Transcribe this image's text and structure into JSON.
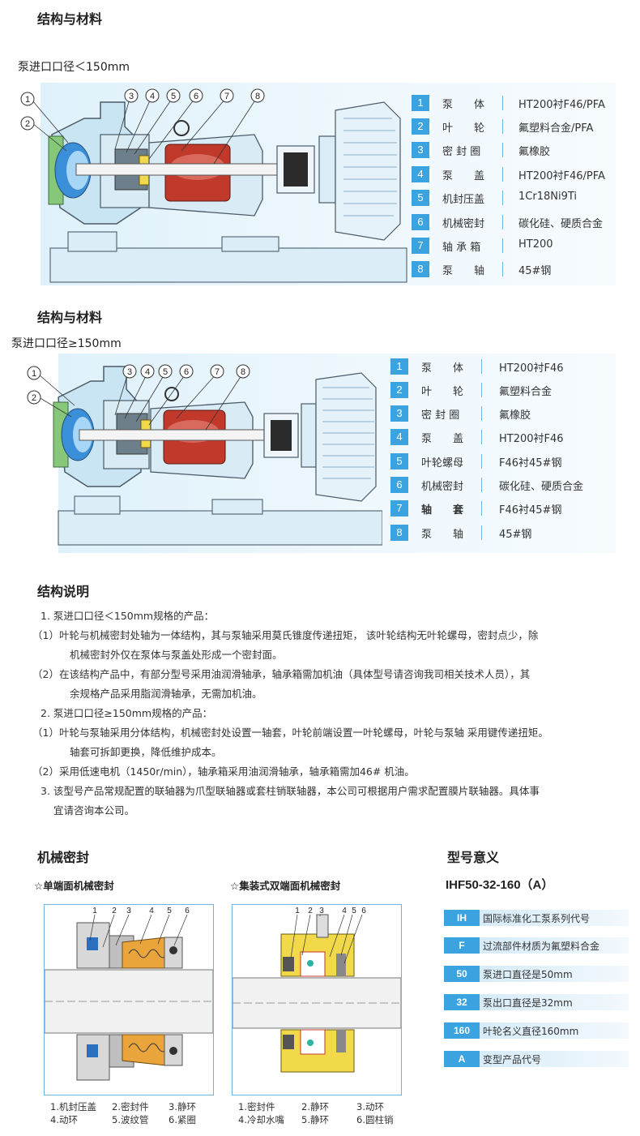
{
  "section1": {
    "title": "结构与材料",
    "subtitle": "泵进口口径＜150mm",
    "parts": [
      {
        "no": "1",
        "name": "泵　　体",
        "material": "HT200衬F46/PFA"
      },
      {
        "no": "2",
        "name": "叶　　轮",
        "material": "氟塑料合金/PFA"
      },
      {
        "no": "3",
        "name": "密 封 圈",
        "material": "氟橡胶"
      },
      {
        "no": "4",
        "name": "泵　　盖",
        "material": "HT200衬F46/PFA"
      },
      {
        "no": "5",
        "name": "机封压盖",
        "material": "1Cr18Ni9Ti"
      },
      {
        "no": "6",
        "name": "机械密封",
        "material": "碳化硅、硬质合金"
      },
      {
        "no": "7",
        "name": "轴 承 箱",
        "material": "HT200"
      },
      {
        "no": "8",
        "name": "泵　　轴",
        "material": "45#钢"
      }
    ],
    "callouts": [
      "1",
      "2",
      "3",
      "4",
      "5",
      "6",
      "7",
      "8"
    ]
  },
  "section2": {
    "title": "结构与材料",
    "subtitle": "泵进口口径≥150mm",
    "parts": [
      {
        "no": "1",
        "name": "泵　　体",
        "material": "HT200衬F46"
      },
      {
        "no": "2",
        "name": "叶　　轮",
        "material": "氟塑料合金"
      },
      {
        "no": "3",
        "name": "密 封 圈",
        "material": "氟橡胶"
      },
      {
        "no": "4",
        "name": "泵　　盖",
        "material": "HT200衬F46"
      },
      {
        "no": "5",
        "name": "叶轮螺母",
        "material": "F46衬45#钢"
      },
      {
        "no": "6",
        "name": "机械密封",
        "material": "碳化硅、硬质合金"
      },
      {
        "no": "7",
        "name": "轴　　套",
        "material": "F46衬45#钢"
      },
      {
        "no": "8",
        "name": "泵　　轴",
        "material": "45#钢"
      }
    ],
    "callouts": [
      "1",
      "2",
      "3",
      "4",
      "5",
      "6",
      "7",
      "8"
    ]
  },
  "description": {
    "title": "结构说明",
    "lines": [
      "1. 泵进口口径＜150mm规格的产品：",
      "（1）叶轮与机械密封处轴为一体结构，其与泵轴采用莫氏锥度传递扭矩， 该叶轮结构无叶轮螺母，密封点少，除",
      "机械密封外仅在泵体与泵盖处形成一个密封面。",
      "（2）在该结构产品中，有部分型号采用油润滑轴承，轴承箱需加机油（具体型号请咨询我司相关技术人员），其",
      "余规格产品采用脂润滑轴承，无需加机油。",
      "2. 泵进口口径≥150mm规格的产品：",
      "（1）叶轮与泵轴采用分体结构，机械密封处设置一轴套，叶轮前端设置一叶轮螺母，叶轮与泵轴 采用键传递扭矩。",
      "轴套可拆卸更换，降低维护成本。",
      "（2）采用低速电机（1450r/min），轴承箱采用油润滑轴承，轴承箱需加46# 机油。",
      "3. 该型号产品常规配置的联轴器为爪型联轴器或套柱销联轴器，本公司可根据用户需求配置膜片联轴器。具体事",
      "宜请咨询本公司。"
    ]
  },
  "mech_seal": {
    "title": "机械密封",
    "single": {
      "label": "☆单端面机械密封",
      "callouts": [
        "1",
        "2",
        "3",
        "4",
        "5",
        "6"
      ],
      "legend": [
        "1.机封压盖",
        "2.密封件",
        "3.静环",
        "4.动环",
        "5.波纹管",
        "6.紧圈"
      ]
    },
    "double": {
      "label": "☆集装式双端面机械密封",
      "callouts": [
        "1",
        "2",
        "3",
        "4",
        "5",
        "6"
      ],
      "legend": [
        "1.密封件",
        "2.静环",
        "3.动环",
        "4.冷却水嘴",
        "5.静环",
        "6.圆柱销"
      ]
    }
  },
  "model": {
    "title": "型号意义",
    "code": "IHF50-32-160（A）",
    "items": [
      {
        "code": "IH",
        "text": "国际标准化工泵系列代号"
      },
      {
        "code": "F",
        "text": "过流部件材质为氟塑料合金"
      },
      {
        "code": "50",
        "text": "泵进口直径是50mm"
      },
      {
        "code": "32",
        "text": "泵出口直径是32mm"
      },
      {
        "code": "160",
        "text": "叶轮名义直径160mm"
      },
      {
        "code": "A",
        "text": "变型产品代号"
      }
    ]
  },
  "colors": {
    "accent": "#3aa3e0",
    "panel": "#e2f3fb",
    "bearing": "#c0392b",
    "seal_yellow": "#f2d94a",
    "seal_orange": "#e9a53c"
  }
}
